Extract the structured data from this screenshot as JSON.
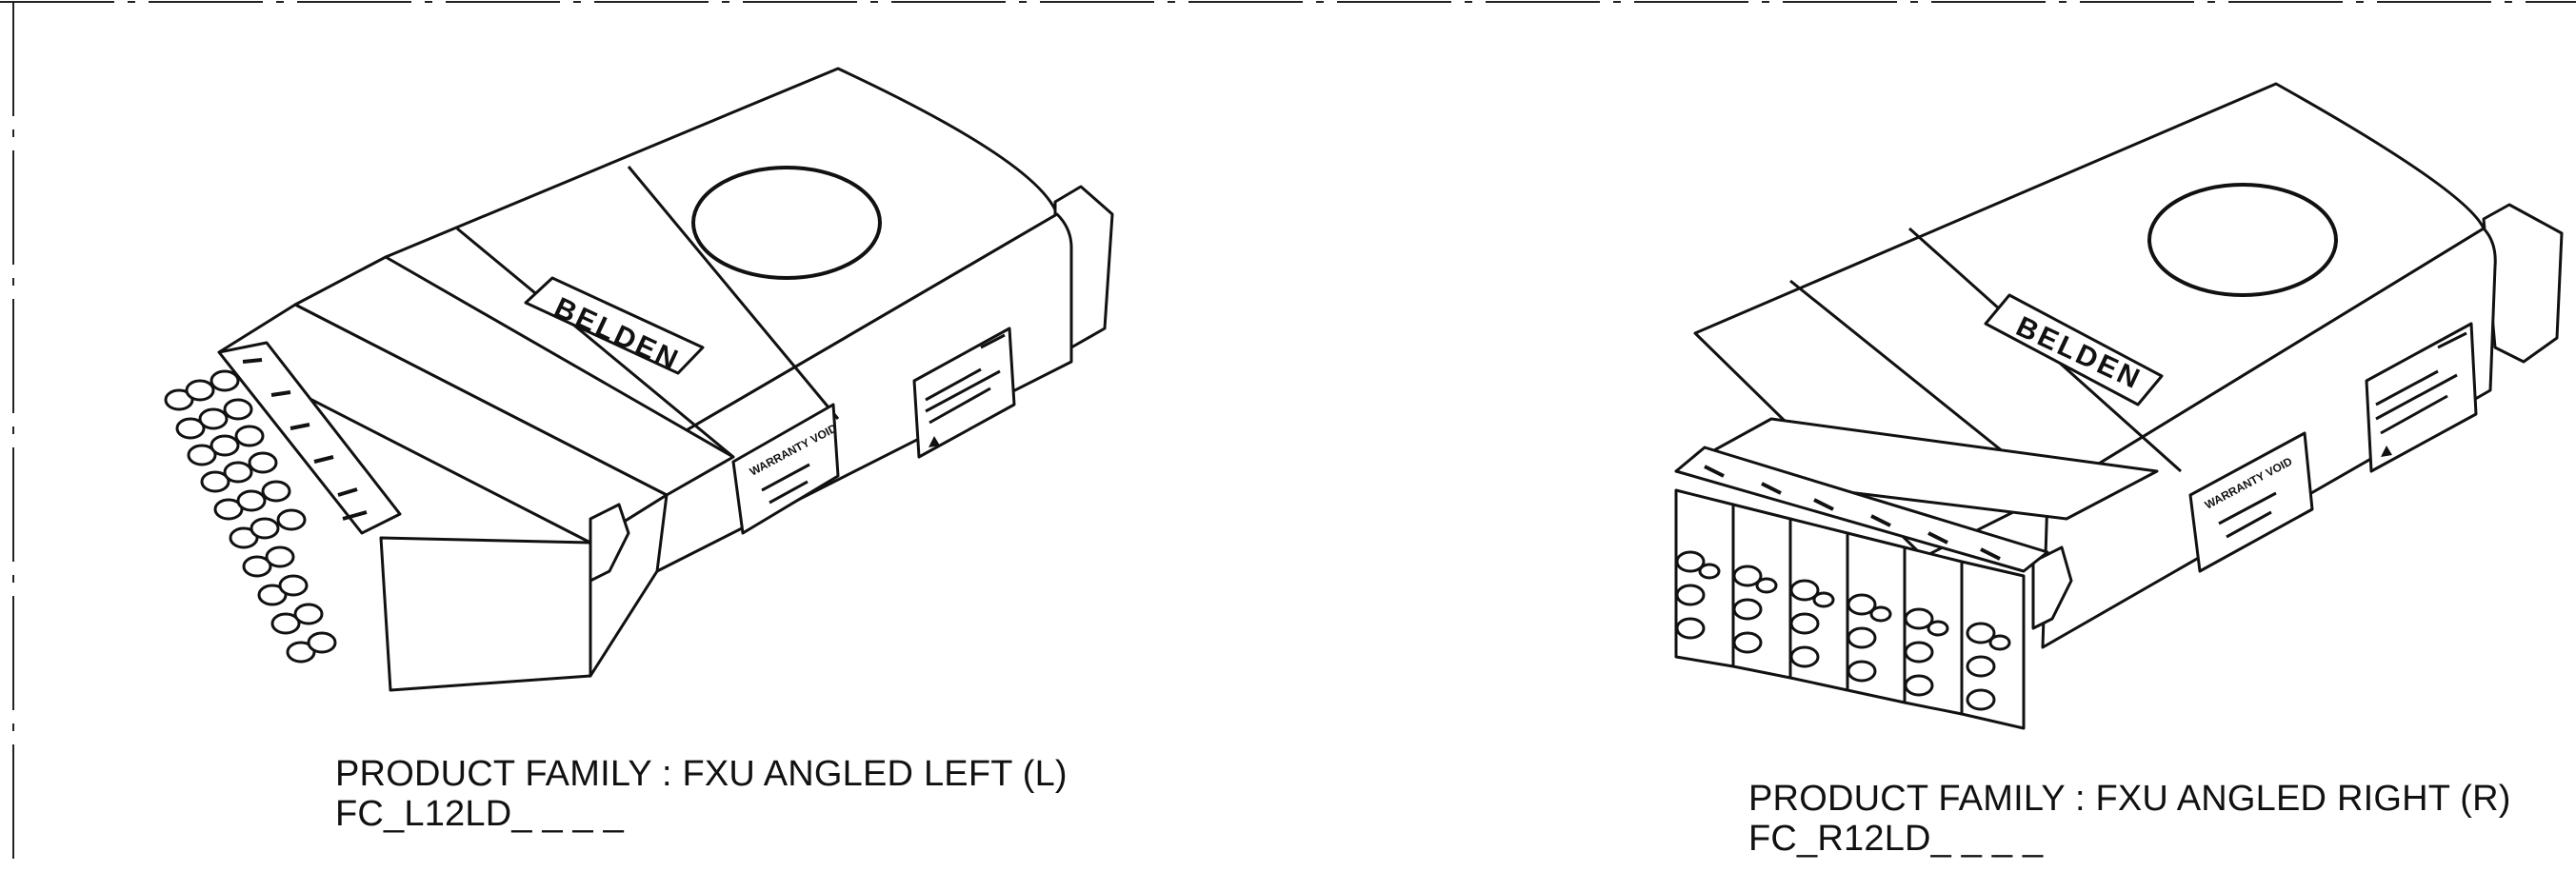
{
  "drawing": {
    "line_color": "#111111",
    "background": "#ffffff"
  },
  "modules": [
    {
      "brand": "BELDEN",
      "label_title": "WARRANTY VOID",
      "family_line": "PRODUCT FAMILY : FXU ANGLED LEFT (L)",
      "part_line": "FC_L12LD_ _ _ _"
    },
    {
      "brand": "BELDEN",
      "label_title": "WARRANTY VOID",
      "family_line": "PRODUCT FAMILY : FXU ANGLED RIGHT (R)",
      "part_line": "FC_R12LD_ _ _ _"
    }
  ]
}
